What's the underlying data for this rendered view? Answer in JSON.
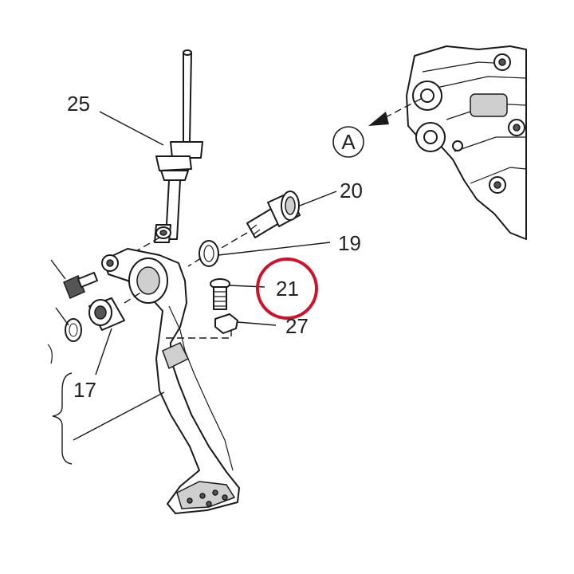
{
  "diagram": {
    "view_label": "A",
    "callouts": {
      "p25": "25",
      "p20": "20",
      "p19": "19",
      "p21": "21",
      "p27": "27",
      "p17": "17"
    },
    "highlight_color": "#d0112b"
  }
}
